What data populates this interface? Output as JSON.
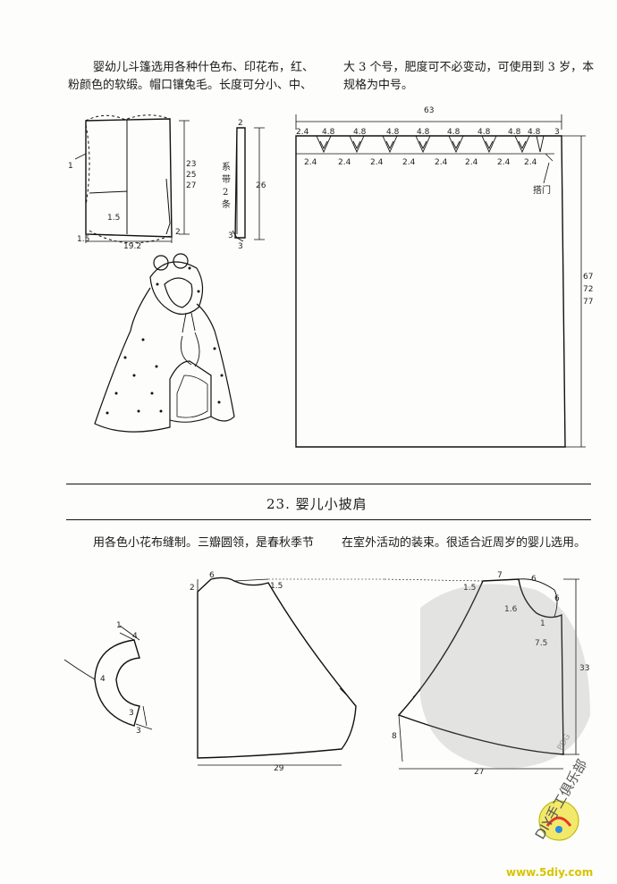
{
  "section1": {
    "para_col1_line1": "婴幼儿斗篷选用各种什色布、印花布，红、",
    "para_col1_line2": "粉颜色的软缎。帽口镶兔毛。长度可分小、中、",
    "para_col2_line1": "大 3 个号，肥度可不必变动，可使用到 3 岁，本",
    "para_col2_line2": "规格为中号。"
  },
  "hood_pattern": {
    "label_1": "1",
    "height_options": [
      "23",
      "25",
      "27"
    ],
    "label_1_5_inner": "1.5",
    "label_1_5_bottom": "1.5",
    "label_19_2": "19.2",
    "label_2": "2"
  },
  "strap_pattern": {
    "label_top": "2",
    "label_text": [
      "系",
      "带",
      "2",
      "条"
    ],
    "label_length": "26",
    "label_3a": "3",
    "label_3b": "3"
  },
  "cape_pattern": {
    "width_label": "63",
    "top_labels": [
      "2.4",
      "4.8",
      "4.8",
      "4.8",
      "4.8",
      "4.8",
      "4.8",
      "4.8",
      "4.8",
      "3"
    ],
    "bottom_labels": [
      "2.4",
      "2.4",
      "2.4",
      "2.4",
      "2.4",
      "2.4",
      "2.4",
      "2.4"
    ],
    "overlap_label": "搭门",
    "length_options": [
      "67",
      "72",
      "77"
    ]
  },
  "section2": {
    "title": "23. 婴儿小披肩",
    "para_left": "用各色小花布缝制。三瓣圆领，是春秋季节",
    "para_right": "在室外活动的装束。很适合近周岁的婴儿选用。"
  },
  "collar_pattern": {
    "labels": [
      "1",
      "4",
      "4",
      "3",
      "3"
    ]
  },
  "shawl_back": {
    "label_2": "2",
    "label_6": "6",
    "label_1_5": "1.5",
    "label_29": "29"
  },
  "shawl_front": {
    "label_1_5": "1.5",
    "label_7": "7",
    "label_6a": "6",
    "label_6b": "6",
    "label_1_6": "1.6",
    "label_1": "1",
    "label_7_5": "7.5",
    "label_33": "33",
    "label_8": "8",
    "label_27": "27"
  },
  "watermark": {
    "brand": "DIY手工俱乐部",
    "url": "www.5diy.com",
    "pdg": "PDG"
  }
}
